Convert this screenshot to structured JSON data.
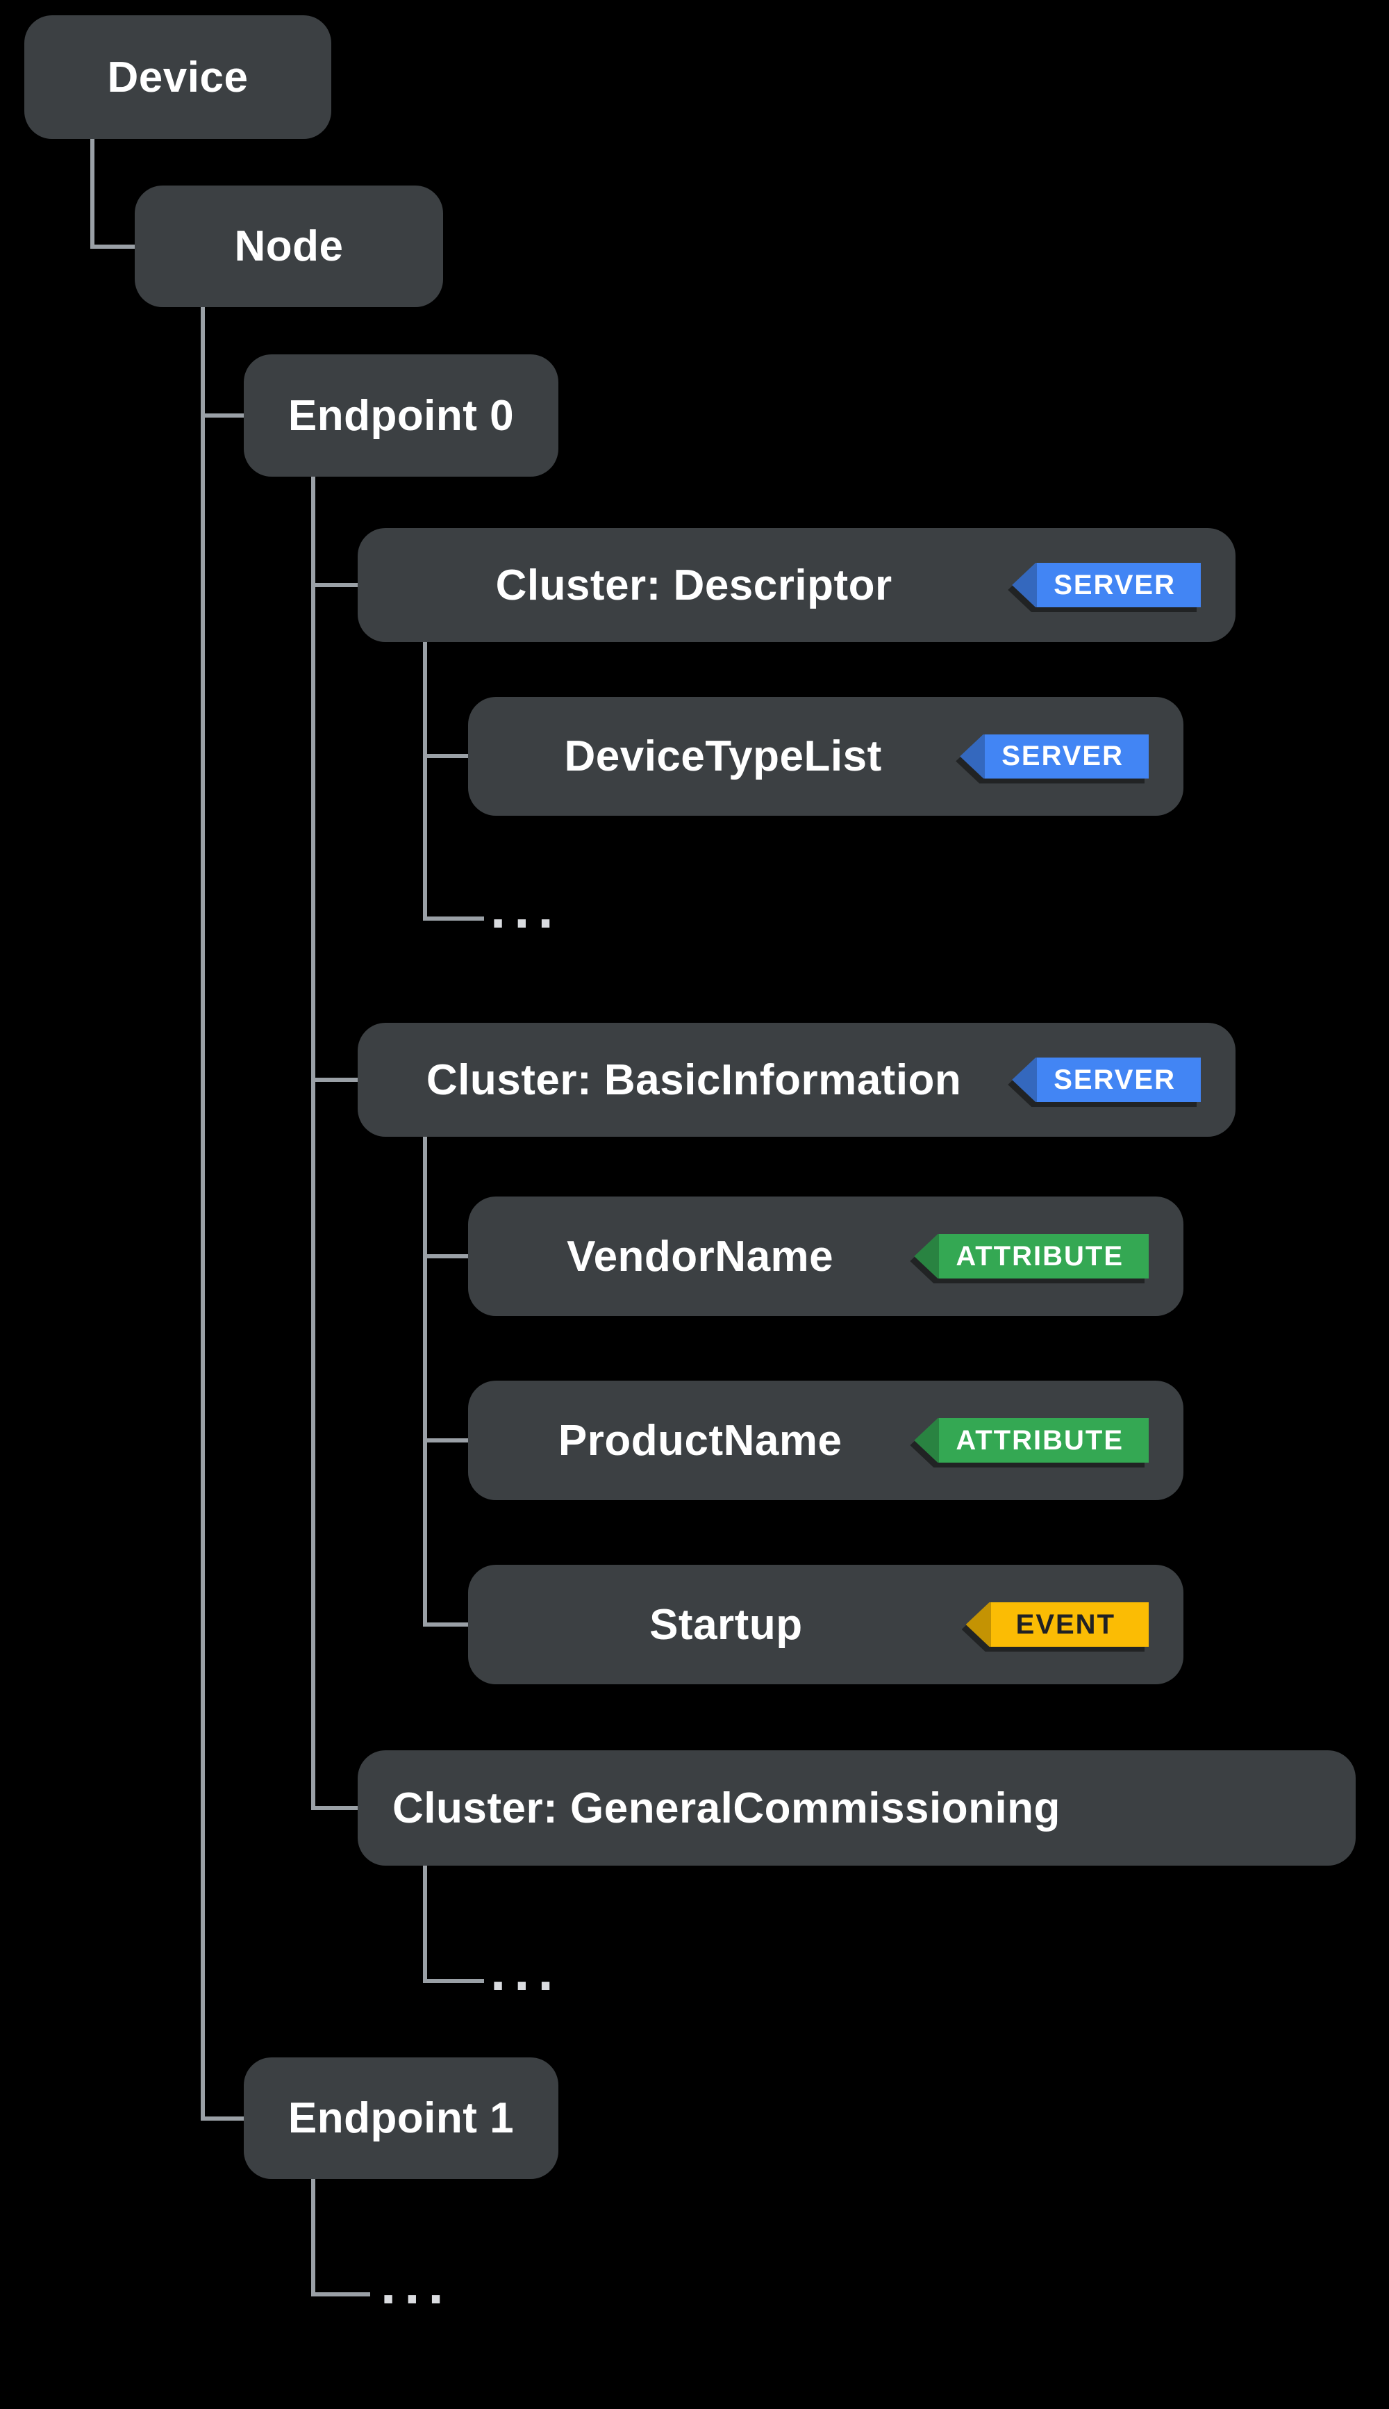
{
  "colors": {
    "background": "#000000",
    "box": "#3c4043",
    "text": "#ffffff",
    "connector": "#9aa0a6",
    "server": "#4285f4",
    "attribute": "#34a853",
    "event": "#fbbc04",
    "event_text": "#202124"
  },
  "nodes": {
    "device": {
      "label": "Device"
    },
    "node": {
      "label": "Node"
    },
    "endpoint0": {
      "label": "Endpoint 0"
    },
    "descriptor": {
      "label": "Cluster: Descriptor",
      "badge": "SERVER"
    },
    "device_type_list": {
      "label": "DeviceTypeList",
      "badge": "SERVER"
    },
    "basic_information": {
      "label": "Cluster: BasicInformation",
      "badge": "SERVER"
    },
    "vendor_name": {
      "label": "VendorName",
      "badge": "ATTRIBUTE"
    },
    "product_name": {
      "label": "ProductName",
      "badge": "ATTRIBUTE"
    },
    "startup": {
      "label": "Startup",
      "badge": "EVENT"
    },
    "general_commissioning": {
      "label": "Cluster: GeneralCommissioning"
    },
    "endpoint1": {
      "label": "Endpoint 1"
    }
  },
  "ellipsis": "..."
}
